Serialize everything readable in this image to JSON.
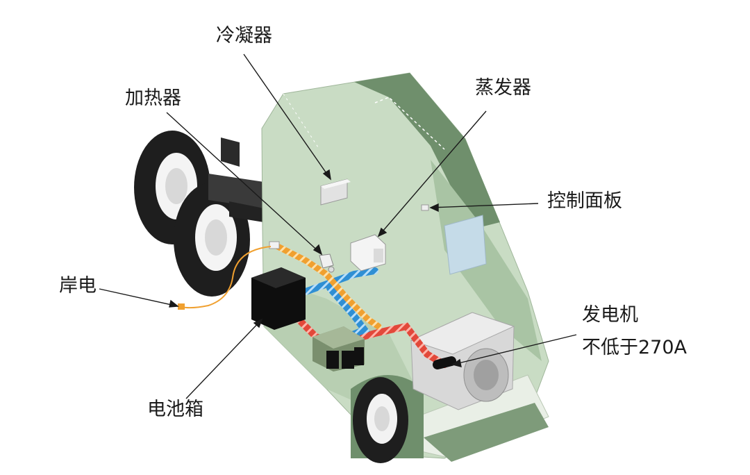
{
  "labels": {
    "condenser": "冷凝器",
    "heater": "加热器",
    "evaporator": "蒸发器",
    "control_panel": "控制面板",
    "shore_power": "岸电",
    "generator": "发电机",
    "generator_spec": "不低于270A",
    "battery_box": "电池箱"
  },
  "colors": {
    "cab_light": "#c9dcc4",
    "cab_mid": "#a9c4a4",
    "cab_dark": "#6f8f6c",
    "tire": "#1e1e1e",
    "hot_line": "#e2483a",
    "cool_line": "#2f8fd4",
    "shore_line": "#f0a030",
    "window": "#c5dbe8"
  }
}
